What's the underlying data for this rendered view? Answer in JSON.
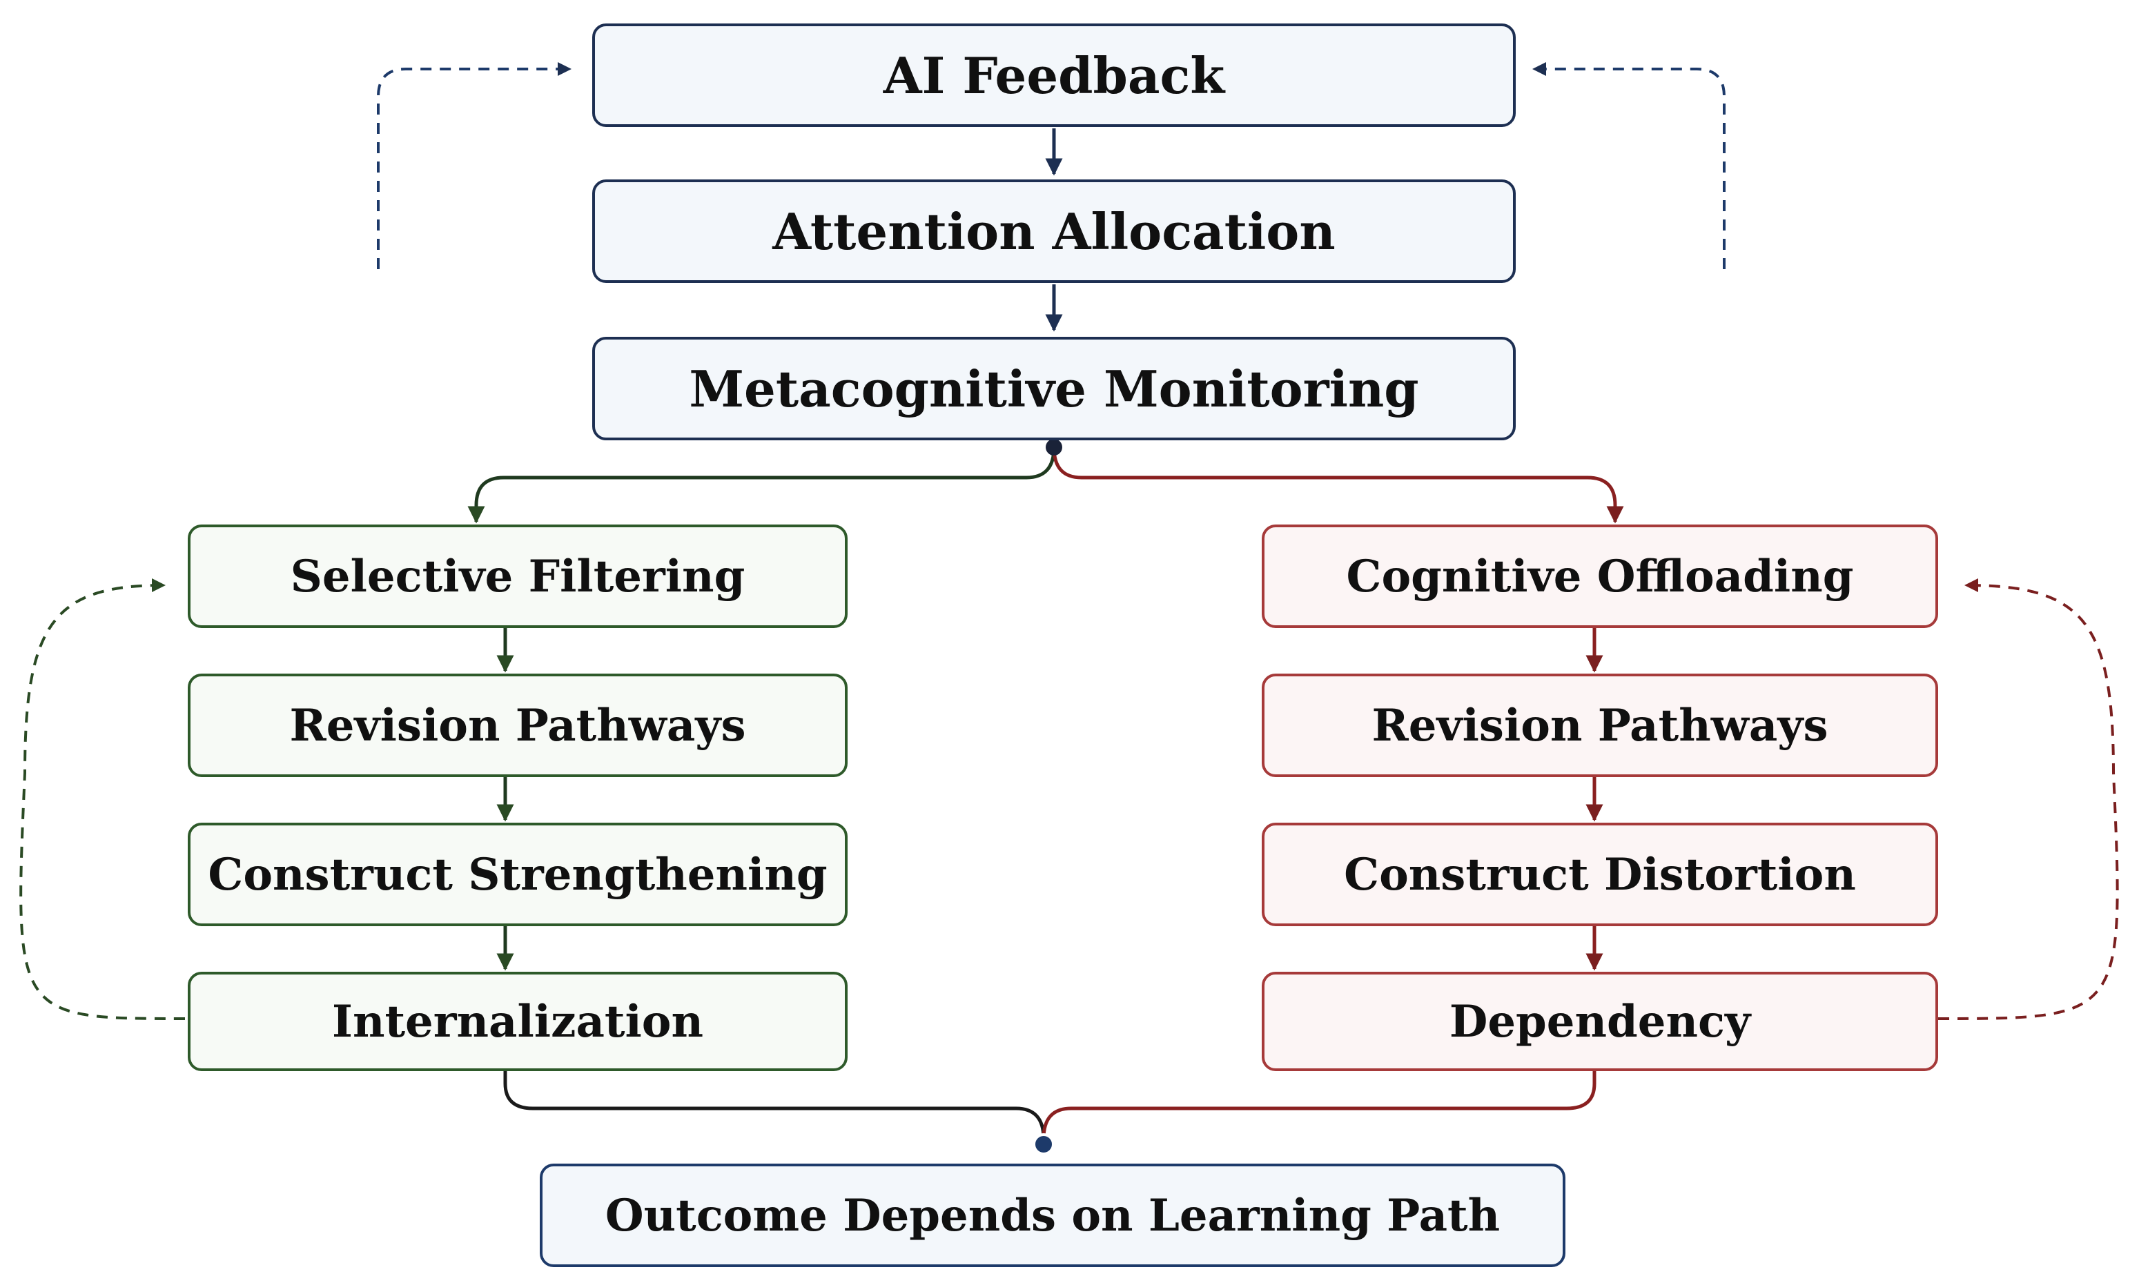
{
  "central_flow": {
    "ai_feedback": "AI Feedback",
    "attention_allocation": "Attention Allocation",
    "metacognitive_monitoring": "Metacognitive Monitoring"
  },
  "productive_path": {
    "steps": [
      "Selective Filtering",
      "Revision Pathways",
      "Construct Strengthening",
      "Internalization"
    ]
  },
  "unproductive_path": {
    "steps": [
      "Cognitive Offloading",
      "Revision Pathways",
      "Construct Distortion",
      "Dependency"
    ]
  },
  "outcome": {
    "label": "Outcome Depends on Learning Path"
  },
  "colors": {
    "central": "#1d2f52",
    "productive": "#2e5a2a",
    "unproductive": "#a63a3a",
    "junction": "#1d3a6a"
  }
}
